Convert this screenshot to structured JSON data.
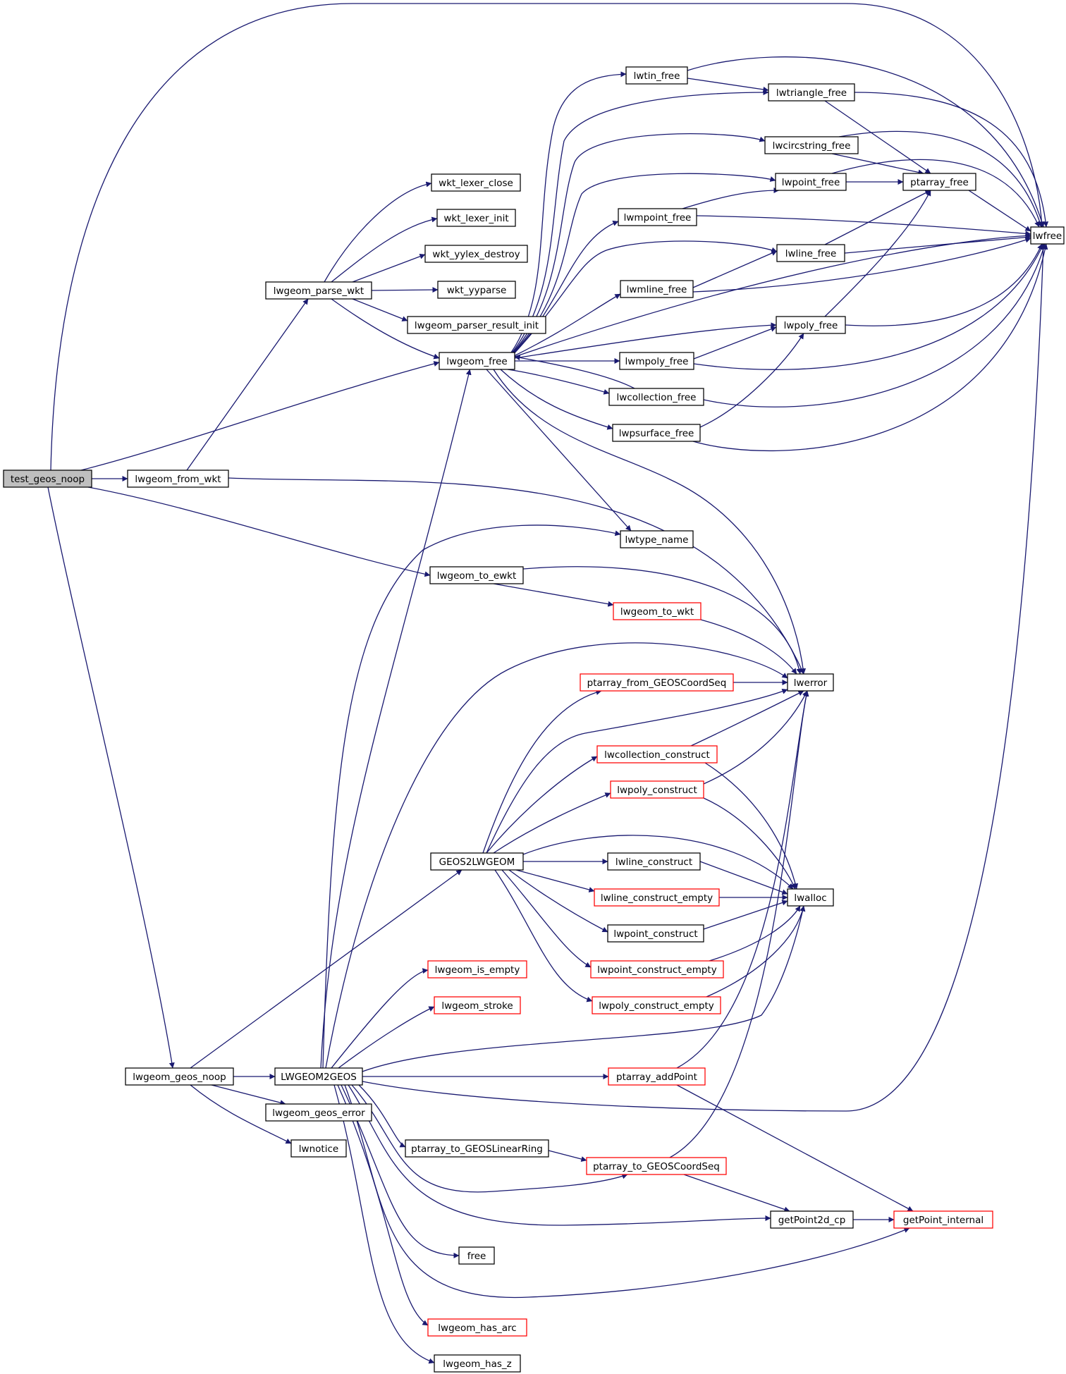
{
  "colors": {
    "edge": "#191970",
    "node_border_default": "#000000",
    "node_border_truncated": "#ff0000",
    "root_fill": "#bfbfbf",
    "node_fill": "#ffffff"
  },
  "nodes": {
    "test_geos_noop": "test_geos_noop",
    "lwgeom_from_wkt": "lwgeom_from_wkt",
    "lwgeom_parse_wkt": "lwgeom_parse_wkt",
    "wkt_lexer_close": "wkt_lexer_close",
    "wkt_lexer_init": "wkt_lexer_init",
    "wkt_yylex_destroy": "wkt_yylex_destroy",
    "wkt_yyparse": "wkt_yyparse",
    "lwgeom_parser_result_init": "lwgeom_parser_result_init",
    "lwgeom_free": "lwgeom_free",
    "lwtin_free": "lwtin_free",
    "lwtriangle_free": "lwtriangle_free",
    "lwcircstring_free": "lwcircstring_free",
    "lwpoint_free": "lwpoint_free",
    "ptarray_free": "ptarray_free",
    "lwmpoint_free": "lwmpoint_free",
    "lwfree": "lwfree",
    "lwline_free": "lwline_free",
    "lwmline_free": "lwmline_free",
    "lwpoly_free": "lwpoly_free",
    "lwmpoly_free": "lwmpoly_free",
    "lwcollection_free": "lwcollection_free",
    "lwpsurface_free": "lwpsurface_free",
    "lwtype_name": "lwtype_name",
    "lwgeom_to_ewkt": "lwgeom_to_ewkt",
    "lwgeom_to_wkt": "lwgeom_to_wkt",
    "lwerror": "lwerror",
    "ptarray_from_GEOSCoordSeq": "ptarray_from_GEOSCoordSeq",
    "lwcollection_construct": "lwcollection_construct",
    "lwpoly_construct": "lwpoly_construct",
    "GEOS2LWGEOM": "GEOS2LWGEOM",
    "lwline_construct": "lwline_construct",
    "lwline_construct_empty": "lwline_construct_empty",
    "lwalloc": "lwalloc",
    "lwpoint_construct": "lwpoint_construct",
    "lwpoint_construct_empty": "lwpoint_construct_empty",
    "lwpoly_construct_empty": "lwpoly_construct_empty",
    "lwgeom_is_empty": "lwgeom_is_empty",
    "lwgeom_stroke": "lwgeom_stroke",
    "lwgeom_geos_noop": "lwgeom_geos_noop",
    "LWGEOM2GEOS": "LWGEOM2GEOS",
    "ptarray_addPoint": "ptarray_addPoint",
    "lwgeom_geos_error": "lwgeom_geos_error",
    "lwnotice": "lwnotice",
    "ptarray_to_GEOSLinearRing": "ptarray_to_GEOSLinearRing",
    "ptarray_to_GEOSCoordSeq": "ptarray_to_GEOSCoordSeq",
    "getPoint2d_cp": "getPoint2d_cp",
    "getPoint_internal": "getPoint_internal",
    "free": "free",
    "lwgeom_has_arc": "lwgeom_has_arc",
    "lwgeom_has_z": "lwgeom_has_z"
  }
}
